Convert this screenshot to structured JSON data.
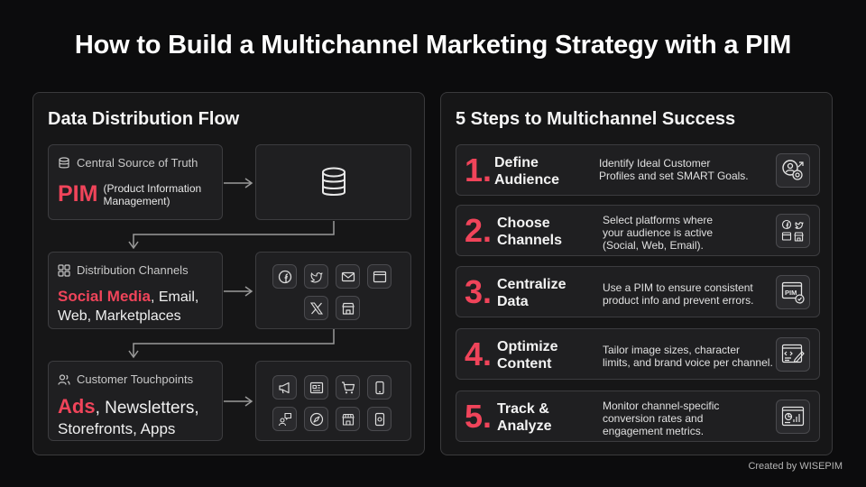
{
  "title": "How to Build a Multichannel Marketing Strategy with a PIM",
  "left": {
    "heading": "Data Distribution Flow",
    "source": {
      "label": "Central Source of Truth",
      "highlight": "PIM",
      "sub_line1": "(Product Information",
      "sub_line2": "Management)",
      "icon": "database-icon"
    },
    "channels": {
      "label": "Distribution Channels",
      "highlight": "Social Media",
      "rest_line1": ", Email,",
      "line2": "Web, Marketplaces",
      "icons": [
        "facebook-icon",
        "twitter-icon",
        "mail-icon",
        "browser-window-icon",
        "x-icon",
        "storefront-icon"
      ]
    },
    "touchpoints": {
      "label": "Customer Touchpoints",
      "highlight": "Ads",
      "rest_line1": ", Newsletters,",
      "line2": "Storefronts, Apps",
      "icons": [
        "megaphone-icon",
        "newspaper-icon",
        "cart-icon",
        "smartphone-icon",
        "chat-user-icon",
        "compass-icon",
        "storefront-icon",
        "app-icon"
      ]
    }
  },
  "right": {
    "heading": "5 Steps to Multichannel Success",
    "steps": [
      {
        "num": "1.",
        "title_1": "Define",
        "title_2": "Audience",
        "desc_1": "Identify Ideal Customer",
        "desc_2": "Profiles and set SMART Goals.",
        "desc_3": "",
        "icon": "target-audience-icon"
      },
      {
        "num": "2.",
        "title_1": "Choose",
        "title_2": "Channels",
        "desc_1": "Select platforms where",
        "desc_2": "your audience is active",
        "desc_3": "(Social, Web, Email).",
        "icon": "channel-grid-icon"
      },
      {
        "num": "3.",
        "title_1": "Centralize",
        "title_2": "Data",
        "desc_1": "Use a PIM to ensure consistent",
        "desc_2": "product info and prevent errors.",
        "desc_3": "",
        "icon": "pim-check-icon",
        "icon_text": "PIM"
      },
      {
        "num": "4.",
        "title_1": "Optimize",
        "title_2": "Content",
        "desc_1": "Tailor image sizes, character",
        "desc_2": "limits, and brand voice per channel.",
        "desc_3": "",
        "icon": "edit-content-icon"
      },
      {
        "num": "5.",
        "title_1": "Track &",
        "title_2": "Analyze",
        "desc_1": "Monitor channel-specific",
        "desc_2": "conversion rates and",
        "desc_3": "engagement metrics.",
        "icon": "analytics-dashboard-icon"
      }
    ]
  },
  "credit": "Created by WISEPIM",
  "colors": {
    "accent": "#f0445a",
    "background": "#0c0c0d",
    "panel": "#161617",
    "box": "#1f1f21"
  }
}
